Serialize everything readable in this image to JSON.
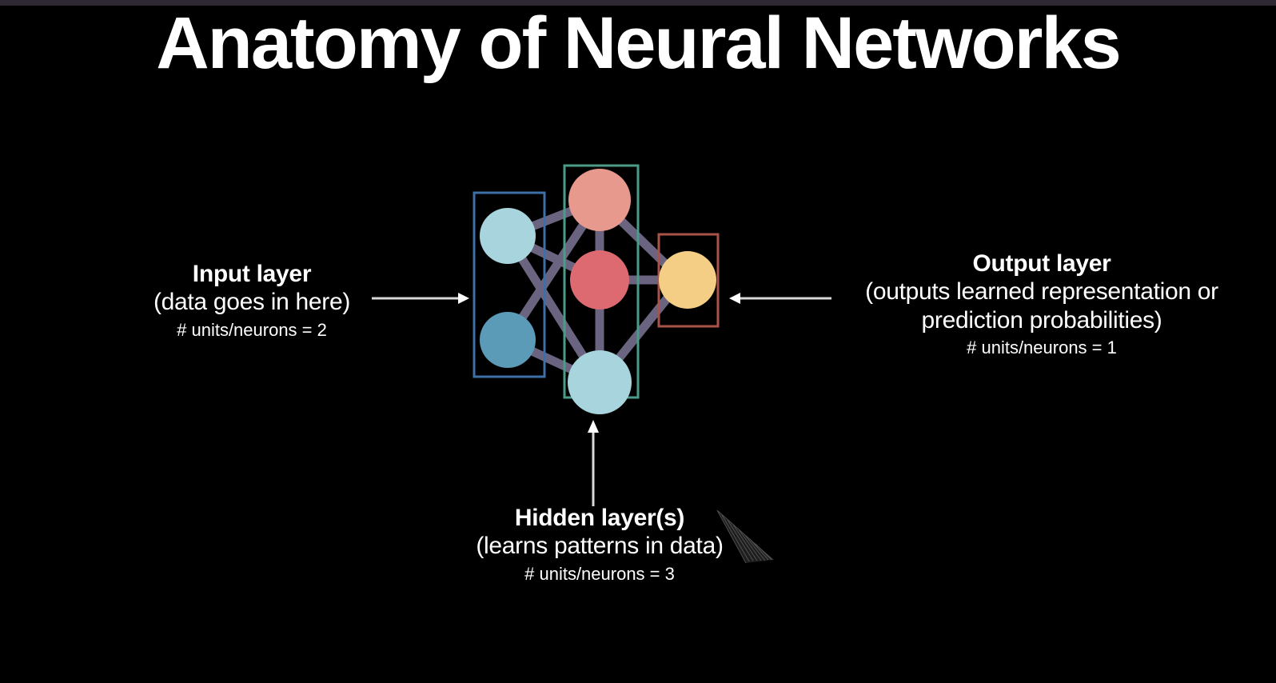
{
  "slide": {
    "title": "Anatomy of Neural Networks",
    "background_color": "#000000",
    "text_color": "#ffffff",
    "top_strip_color": "#2e2833"
  },
  "diagram": {
    "type": "neural-network",
    "connection_color": "#6b6480",
    "layers": [
      {
        "id": "input",
        "box_color": "#3d6fa8",
        "neuron_count": 2,
        "neurons": [
          {
            "id": "input-neuron-1",
            "color": "#a8d4dd"
          },
          {
            "id": "input-neuron-2",
            "color": "#5b9bb8"
          }
        ]
      },
      {
        "id": "hidden",
        "box_color": "#4a9b87",
        "neuron_count": 3,
        "neurons": [
          {
            "id": "hidden-neuron-1",
            "color": "#e8998d"
          },
          {
            "id": "hidden-neuron-2",
            "color": "#dd6a70"
          },
          {
            "id": "hidden-neuron-3",
            "color": "#a8d4dd"
          }
        ]
      },
      {
        "id": "output",
        "box_color": "#a8534a",
        "neuron_count": 1,
        "neurons": [
          {
            "id": "output-neuron-1",
            "color": "#f5ce85"
          }
        ]
      }
    ]
  },
  "annotations": {
    "input": {
      "title": "Input layer",
      "subtitle": "(data goes in here)",
      "units": "# units/neurons = 2"
    },
    "output": {
      "title": "Output layer",
      "subtitle_line1": "(outputs learned representation or",
      "subtitle_line2": "prediction probabilities)",
      "units": "# units/neurons = 1"
    },
    "hidden": {
      "title": "Hidden layer(s)",
      "subtitle": "(learns patterns in data)",
      "units": "# units/neurons = 3"
    }
  },
  "arrows": {
    "input_arrow": "arrow-right",
    "output_arrow": "arrow-left",
    "hidden_arrow": "arrow-up",
    "color": "#d8d8d8"
  }
}
